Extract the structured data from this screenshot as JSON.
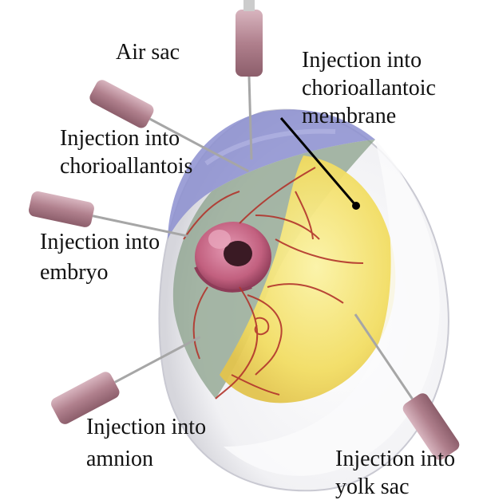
{
  "labels": {
    "air_sac": "Air sac",
    "cam_line1": "Injection into",
    "cam_line2": "chorioallantoic",
    "cam_line3": "membrane",
    "chorio_line1": "Injection into",
    "chorio_line2": "chorioallantois",
    "embryo_line1": "Injection into",
    "embryo_line2": "embryo",
    "amnion_line1": "Injection into",
    "amnion_line2": "amnion",
    "yolk_line1": "Injection into",
    "yolk_line2": "yolk sac"
  },
  "colors": {
    "shell": "#f4f4f6",
    "air_sac": "#8c8fd0",
    "yolk": "#f3e06a",
    "membrane_green": "#8aa08a",
    "embryo": "#c46a8a",
    "vessel": "#b2342c",
    "syringe": "#b98a96",
    "needle": "#a6a6a6"
  }
}
